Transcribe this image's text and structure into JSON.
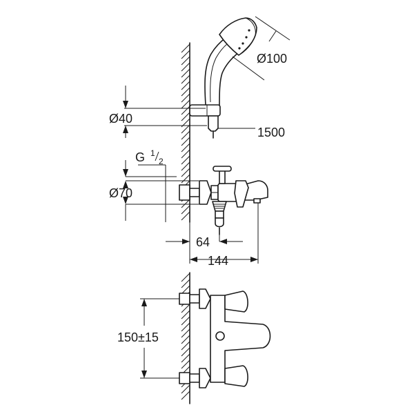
{
  "dimensions": {
    "hand_shower_dia": "Ø100",
    "holder_dia": "Ø40",
    "hose_length": "1500",
    "thread_prefix": "G",
    "thread_num": "1",
    "thread_den": "2",
    "escutcheon_dia": "Ø70",
    "spout_offset": "64",
    "total_depth": "144",
    "centre_distance": "150±15"
  }
}
